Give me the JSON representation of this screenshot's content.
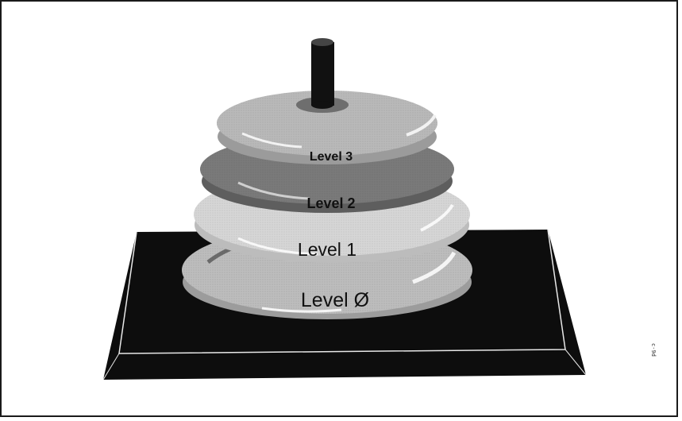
{
  "levels": [
    {
      "label": "Level 3"
    },
    {
      "label": "Level 2"
    },
    {
      "label": "Level 1"
    },
    {
      "label": "Level Ø"
    }
  ],
  "corner_code": "c-9d",
  "colors": {
    "base": "#0d0d0d",
    "base_edge": "#e8e8e8",
    "peg": "#111111",
    "level_3": "#b9b9b9",
    "level_2": "#7a7a7a",
    "level_1": "#d6d6d6",
    "level_0": "#bdbdbd"
  }
}
